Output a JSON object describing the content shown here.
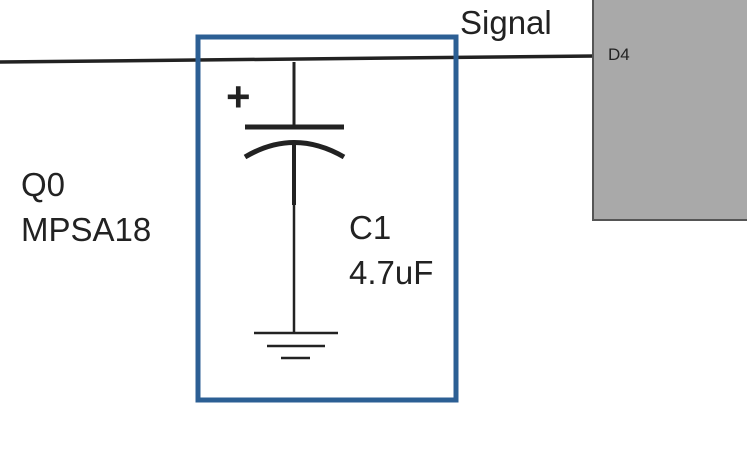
{
  "net": {
    "name": "Signal"
  },
  "transistor": {
    "ref": "Q0",
    "part": "MPSA18"
  },
  "capacitor": {
    "ref": "C1",
    "value": "4.7uF",
    "polarity_mark": "+"
  },
  "component_block": {
    "ref": "D4",
    "fill_color": "#a9a9a9"
  },
  "colors": {
    "wire": "#222222",
    "highlight_box": "#2c5f94",
    "text": "#222222"
  }
}
